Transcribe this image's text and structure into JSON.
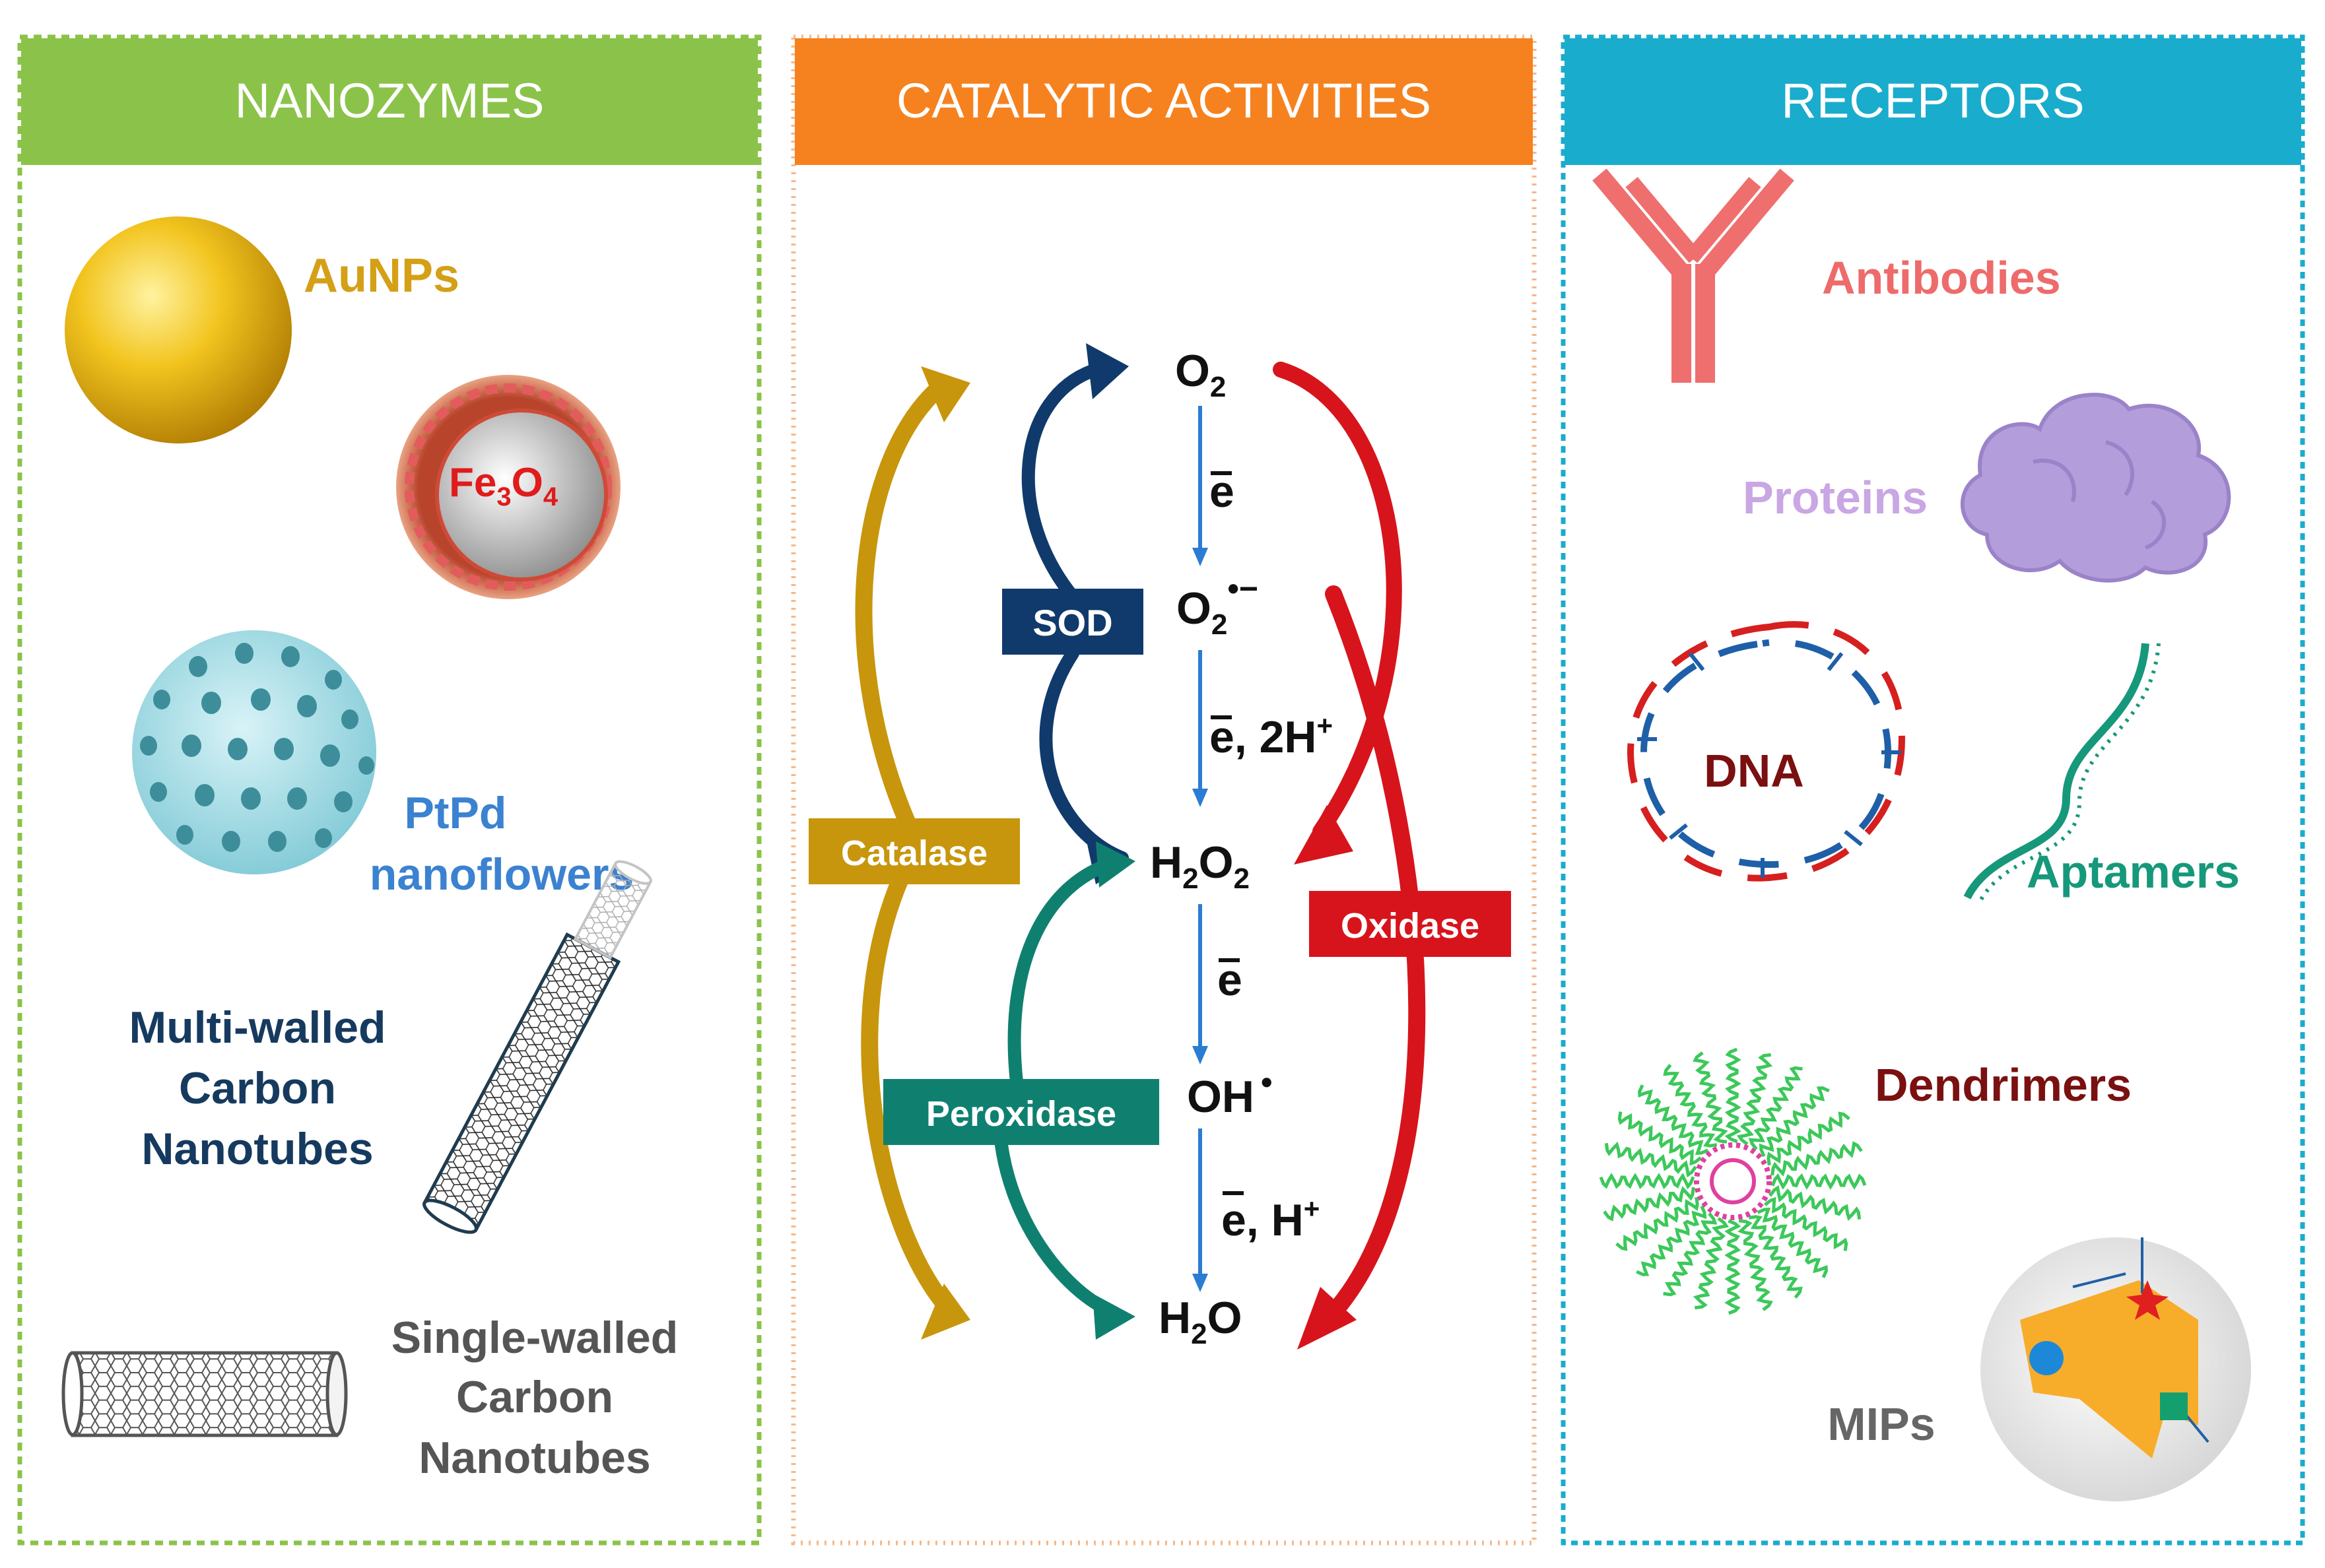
{
  "panels": {
    "nanozymes": {
      "header": "NANOZYMES",
      "color": "#8bc34a",
      "items": [
        {
          "name": "au-nps",
          "label": "AuNPs",
          "color": "#d4a017"
        },
        {
          "name": "fe3o4",
          "label_base1": "Fe",
          "label_sub1": "3",
          "label_base2": "O",
          "label_sub2": "4",
          "color": "#e01b1b"
        },
        {
          "name": "ptpd",
          "label_line1": "PtPd",
          "label_line2": "nanoflowers",
          "color": "#3b82d0"
        },
        {
          "name": "mwcnt",
          "label_line1": "Multi-walled",
          "label_line2": "Carbon",
          "label_line3": "Nanotubes",
          "color": "#163a5f"
        },
        {
          "name": "swcnt",
          "label_line1": "Single-walled",
          "label_line2": "Carbon",
          "label_line3": "Nanotubes",
          "color": "#555555"
        }
      ]
    },
    "catalytic": {
      "header": "CATALYTIC ACTIVITIES",
      "color": "#f5821f",
      "species": {
        "o2_base": "O",
        "o2_sub": "2",
        "superoxide_base": "O",
        "superoxide_sub": "2",
        "superoxide_sup": "•−",
        "h2o2_b1": "H",
        "h2o2_s1": "2",
        "h2o2_b2": "O",
        "h2o2_s2": "2",
        "oh_base": "OH",
        "oh_sup": "•",
        "h2o_b1": "H",
        "h2o_s1": "2",
        "h2o_b2": "O"
      },
      "steps": {
        "step1": "e",
        "step2_e": "e",
        "step2_rest": ", 2H",
        "step2_sup": "+",
        "step3": "e",
        "step4_e": "e",
        "step4_rest": ", H",
        "step4_sup": "+"
      },
      "enzymes": {
        "sod": {
          "label": "SOD",
          "color": "#103a6b"
        },
        "catalase": {
          "label": "Catalase",
          "color": "#c8960c"
        },
        "peroxidase": {
          "label": "Peroxidase",
          "color": "#0f8070"
        },
        "oxidase": {
          "label": "Oxidase",
          "color": "#d7141c"
        }
      },
      "step_arrow_color": "#2b7cd3"
    },
    "receptors": {
      "header": "RECEPTORS",
      "color": "#1aaccc",
      "items": [
        {
          "name": "antibodies",
          "label": "Antibodies",
          "color": "#ee6b6b"
        },
        {
          "name": "proteins",
          "label": "Proteins",
          "color": "#c9a6e4"
        },
        {
          "name": "dna",
          "label": "DNA",
          "color": "#7a1010"
        },
        {
          "name": "aptamers",
          "label": "Aptamers",
          "color": "#16987a"
        },
        {
          "name": "dendrimers",
          "label": "Dendrimers",
          "color": "#7a1010"
        },
        {
          "name": "mips",
          "label": "MIPs",
          "color": "#666666"
        }
      ]
    }
  }
}
